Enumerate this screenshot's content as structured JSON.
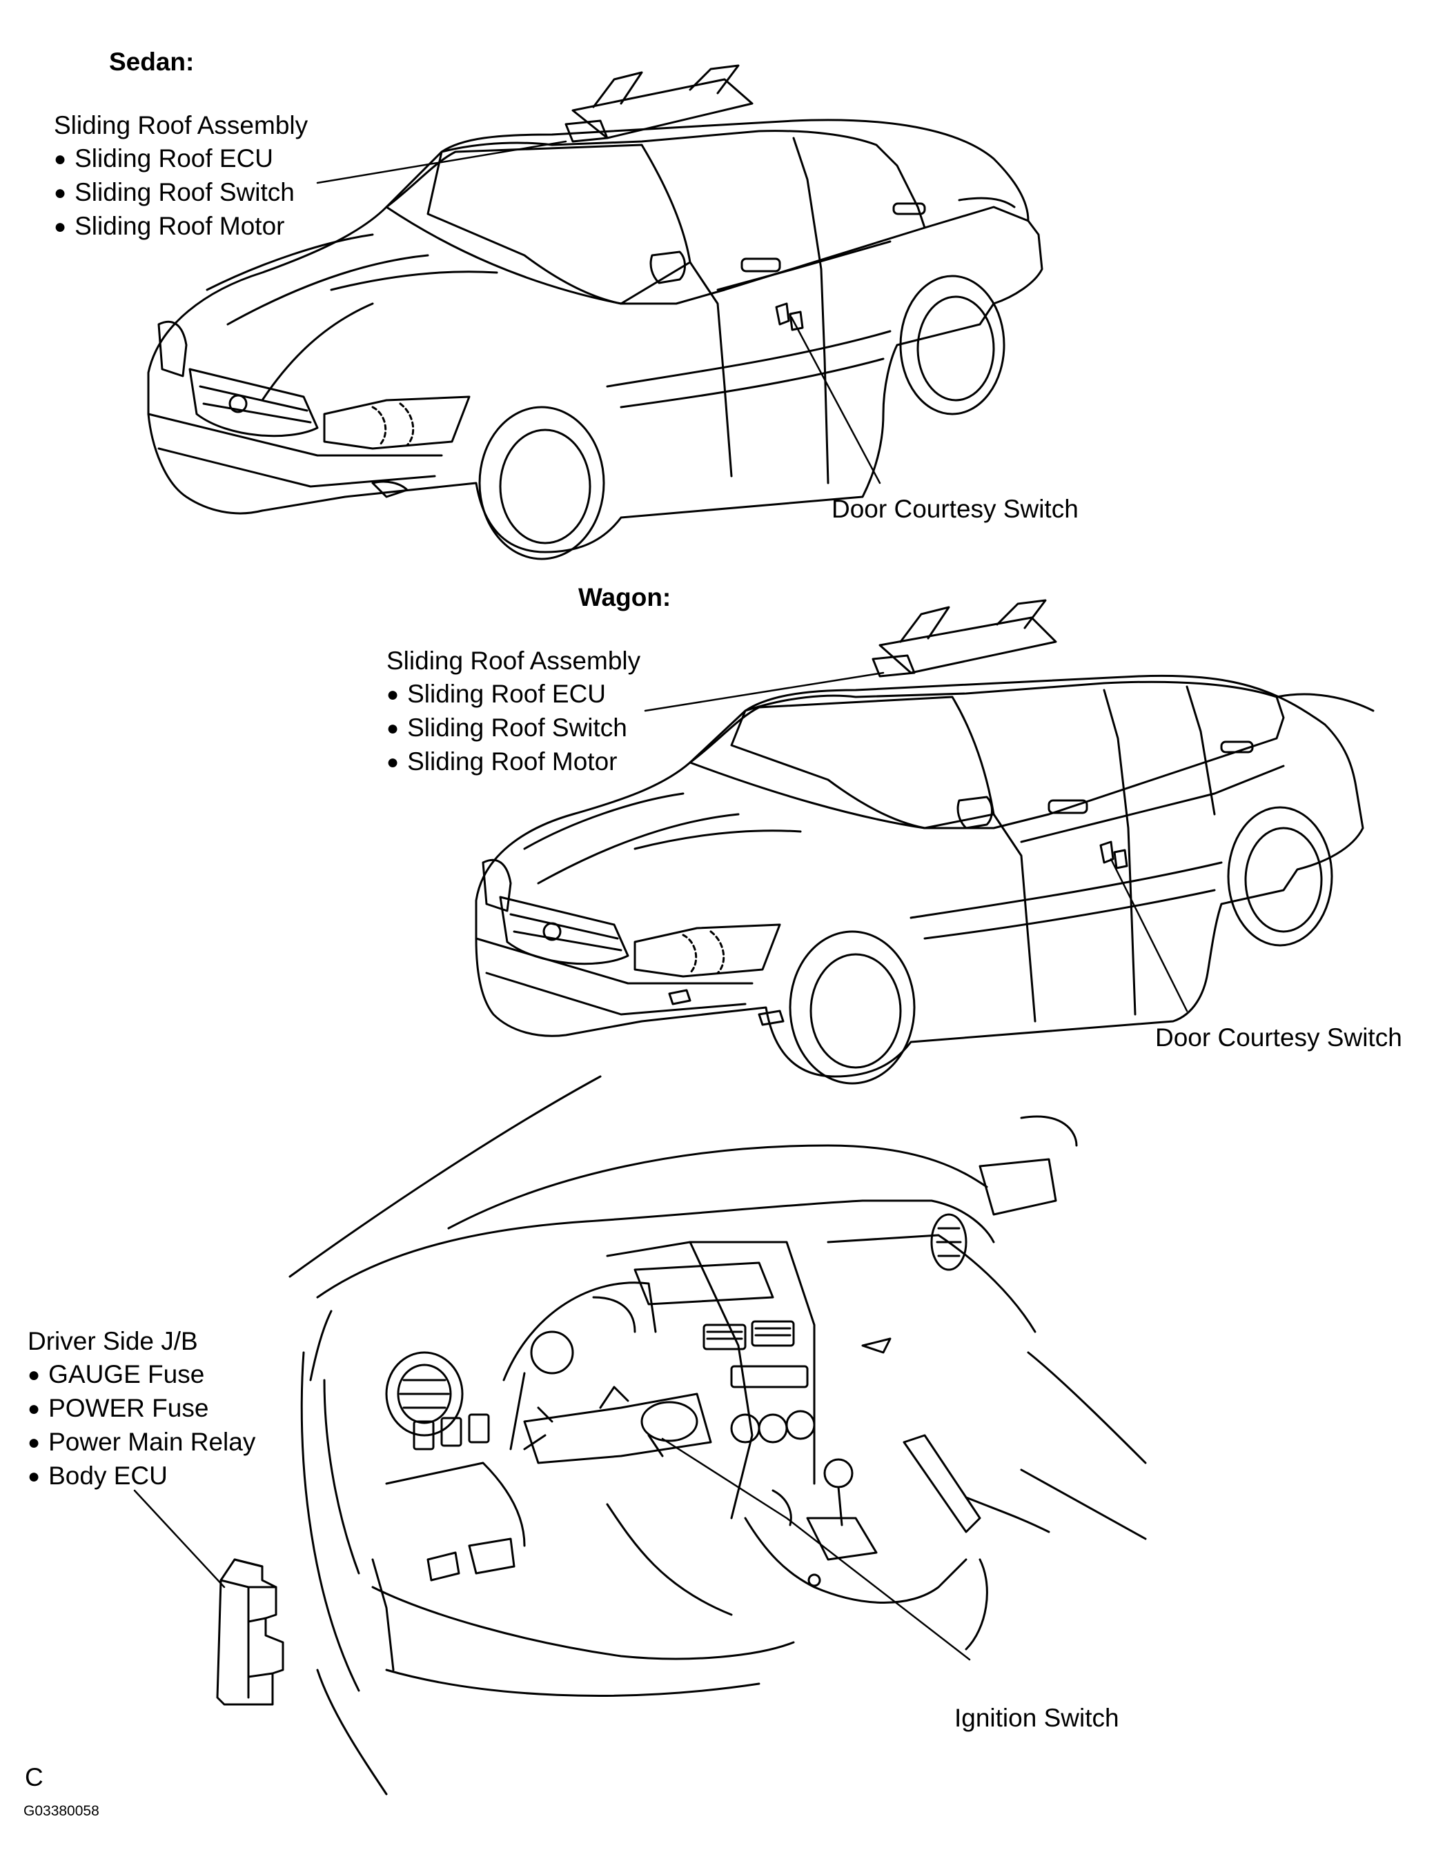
{
  "sedan": {
    "heading": "Sedan:",
    "roof_title": "Sliding Roof Assembly",
    "roof_items": [
      "Sliding Roof ECU",
      "Sliding Roof Switch",
      "Sliding Roof Motor"
    ],
    "door_switch": "Door Courtesy Switch"
  },
  "wagon": {
    "heading": "Wagon:",
    "roof_title": "Sliding Roof Assembly",
    "roof_items": [
      "Sliding Roof ECU",
      "Sliding Roof Switch",
      "Sliding Roof Motor"
    ],
    "door_switch": "Door Courtesy Switch"
  },
  "interior": {
    "jb_title": "Driver Side J/B",
    "jb_items": [
      "GAUGE Fuse",
      "POWER Fuse",
      "Power Main Relay",
      "Body ECU"
    ],
    "ignition": "Ignition Switch"
  },
  "footer": {
    "letter": "C",
    "code": "G03380058"
  }
}
